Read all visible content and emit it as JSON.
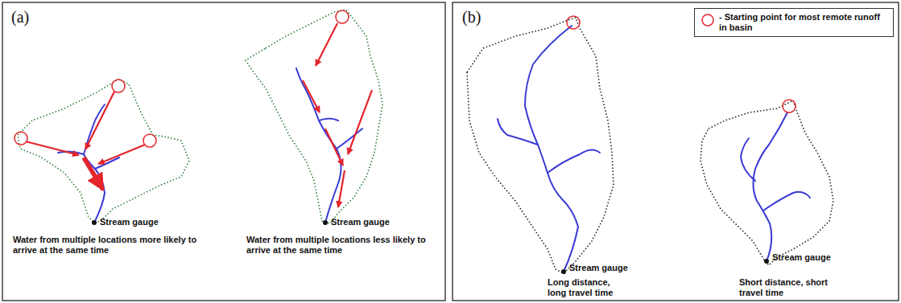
{
  "diagram": {
    "labels": [
      "(a)",
      "Stream gauge",
      "Water from multiple locations more likely to arrive at the same time",
      "Stream gauge",
      "Water from multiple locations less likely to arrive at the same time",
      "(b)",
      "Stream gauge",
      "Long distance, long travel time",
      "Stream gauge",
      "Short distance, short travel time"
    ],
    "legend": [
      {
        "text": "- Starting point for most remote runoff in basin"
      }
    ]
  }
}
